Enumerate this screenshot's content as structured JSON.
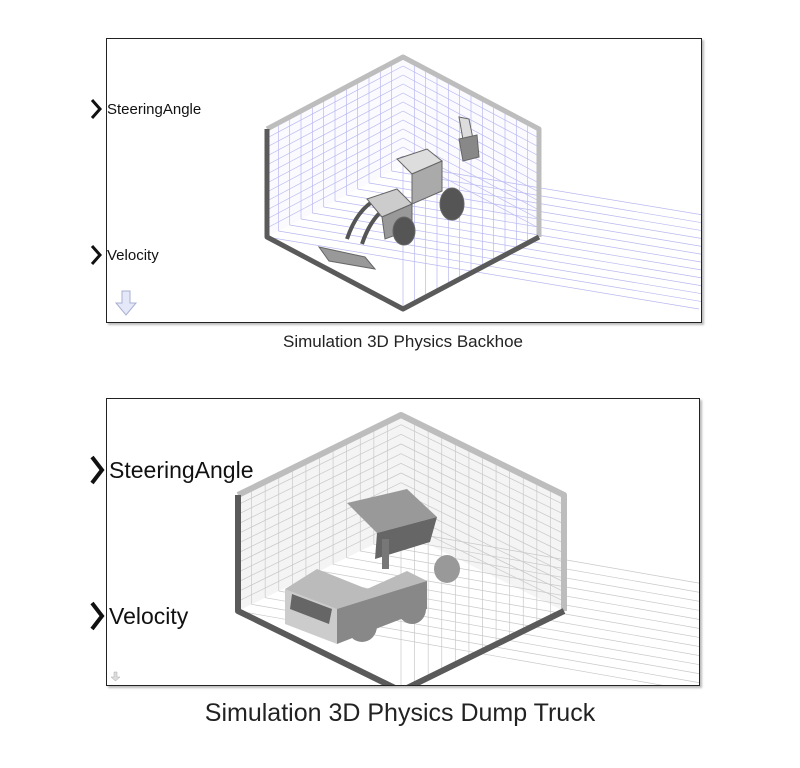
{
  "blocks": [
    {
      "name": "Simulation 3D Physics Backhoe",
      "ports": [
        "SteeringAngle",
        "Velocity"
      ],
      "icon": "backhoe-icon",
      "grid_color": "#b8b8f0"
    },
    {
      "name": "Simulation 3D Physics Dump Truck",
      "ports": [
        "SteeringAngle",
        "Velocity"
      ],
      "icon": "dump-truck-icon",
      "grid_color": "#c8c8c8"
    }
  ]
}
